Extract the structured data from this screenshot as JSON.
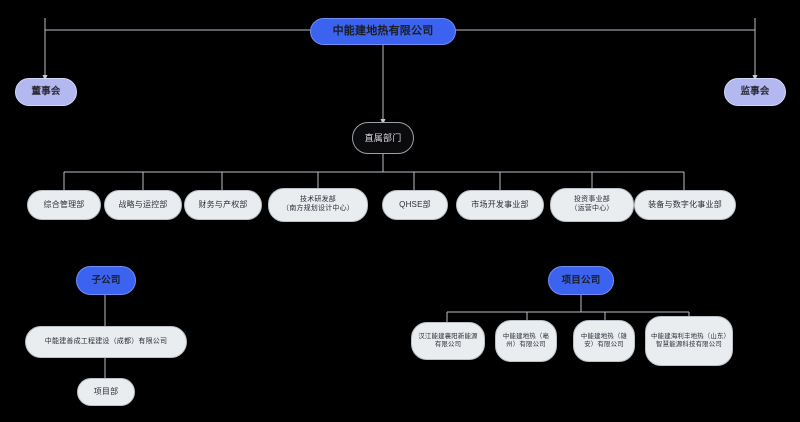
{
  "chart_data": {
    "type": "diagram",
    "title": "中能建地热有限公司 组织架构图",
    "diagram_kind": "org-chart",
    "background": "#000000",
    "colors": {
      "root_fill": "#3b63f0",
      "blue_fill": "#3b63f0",
      "lavender_fill": "#b4b8f0",
      "dark_fill": "#0b0b0d",
      "light_fill": "#e9edf0",
      "edge_stroke": "#b9c0c7"
    },
    "nodes": [
      {
        "id": "root",
        "label": "中能建地热有限公司",
        "level": 0,
        "style": "root"
      },
      {
        "id": "board",
        "label": "董事会",
        "level": 1,
        "style": "lavender"
      },
      {
        "id": "supervisors",
        "label": "监事会",
        "level": 1,
        "style": "lavender"
      },
      {
        "id": "direct-depts",
        "label": "直属部门",
        "level": 1,
        "style": "dark"
      },
      {
        "id": "dept-1",
        "label": "综合管理部",
        "level": 2,
        "style": "light"
      },
      {
        "id": "dept-2",
        "label": "战略与运控部",
        "level": 2,
        "style": "light"
      },
      {
        "id": "dept-3",
        "label": "财务与产权部",
        "level": 2,
        "style": "light"
      },
      {
        "id": "dept-4",
        "label": "技术研发部\n（南方规划设计中心）",
        "level": 2,
        "style": "light"
      },
      {
        "id": "dept-5",
        "label": "QHSE部",
        "level": 2,
        "style": "light"
      },
      {
        "id": "dept-6",
        "label": "市场开发事业部",
        "level": 2,
        "style": "light"
      },
      {
        "id": "dept-7",
        "label": "投资事业部\n（运营中心）",
        "level": 2,
        "style": "light"
      },
      {
        "id": "dept-8",
        "label": "装备与数字化事业部",
        "level": 2,
        "style": "light"
      },
      {
        "id": "subsidiary",
        "label": "子公司",
        "level": 1,
        "style": "blue"
      },
      {
        "id": "sub-1",
        "label": "中能建善成工程建设（成都）有限公司",
        "level": 2,
        "style": "light"
      },
      {
        "id": "sub-1-child",
        "label": "项目部",
        "level": 3,
        "style": "light"
      },
      {
        "id": "project-co",
        "label": "项目公司",
        "level": 1,
        "style": "blue"
      },
      {
        "id": "proj-1",
        "label": "汉江能建襄阳新能源有限公司",
        "level": 2,
        "style": "light"
      },
      {
        "id": "proj-2",
        "label": "中能建地热（亳州）有限公司",
        "level": 2,
        "style": "light"
      },
      {
        "id": "proj-3",
        "label": "中能建地热（雄安）有限公司",
        "level": 2,
        "style": "light"
      },
      {
        "id": "proj-4",
        "label": "中能建海利丰地热（山东）智慧能源科技有限公司",
        "level": 2,
        "style": "light"
      }
    ],
    "edges": [
      {
        "from": "root",
        "to": "board"
      },
      {
        "from": "root",
        "to": "supervisors"
      },
      {
        "from": "root",
        "to": "direct-depts"
      },
      {
        "from": "direct-depts",
        "to": "dept-1"
      },
      {
        "from": "direct-depts",
        "to": "dept-2"
      },
      {
        "from": "direct-depts",
        "to": "dept-3"
      },
      {
        "from": "direct-depts",
        "to": "dept-4"
      },
      {
        "from": "direct-depts",
        "to": "dept-5"
      },
      {
        "from": "direct-depts",
        "to": "dept-6"
      },
      {
        "from": "direct-depts",
        "to": "dept-7"
      },
      {
        "from": "direct-depts",
        "to": "dept-8"
      },
      {
        "from": "subsidiary",
        "to": "sub-1"
      },
      {
        "from": "sub-1",
        "to": "sub-1-child"
      },
      {
        "from": "project-co",
        "to": "proj-1"
      },
      {
        "from": "project-co",
        "to": "proj-2"
      },
      {
        "from": "project-co",
        "to": "proj-3"
      },
      {
        "from": "project-co",
        "to": "proj-4"
      }
    ]
  },
  "nodes": {
    "root": "中能建地热有限公司",
    "board": "董事会",
    "supervisors": "监事会",
    "direct_depts": "直属部门",
    "dept_1": "综合管理部",
    "dept_2": "战略与运控部",
    "dept_3": "财务与产权部",
    "dept_4": "技术研发部\n（南方规划设计中心）",
    "dept_5": "QHSE部",
    "dept_6": "市场开发事业部",
    "dept_7": "投资事业部\n（运营中心）",
    "dept_8": "装备与数字化事业部",
    "subsidiary": "子公司",
    "sub_1": "中能建善成工程建设（成都）有限公司",
    "sub_1_child": "项目部",
    "project_co": "项目公司",
    "proj_1": "汉江能建襄阳新能源有限公司",
    "proj_2": "中能建地热（亳州）有限公司",
    "proj_3": "中能建地热（雄安）有限公司",
    "proj_4": "中能建海利丰地热（山东）智慧能源科技有限公司"
  }
}
